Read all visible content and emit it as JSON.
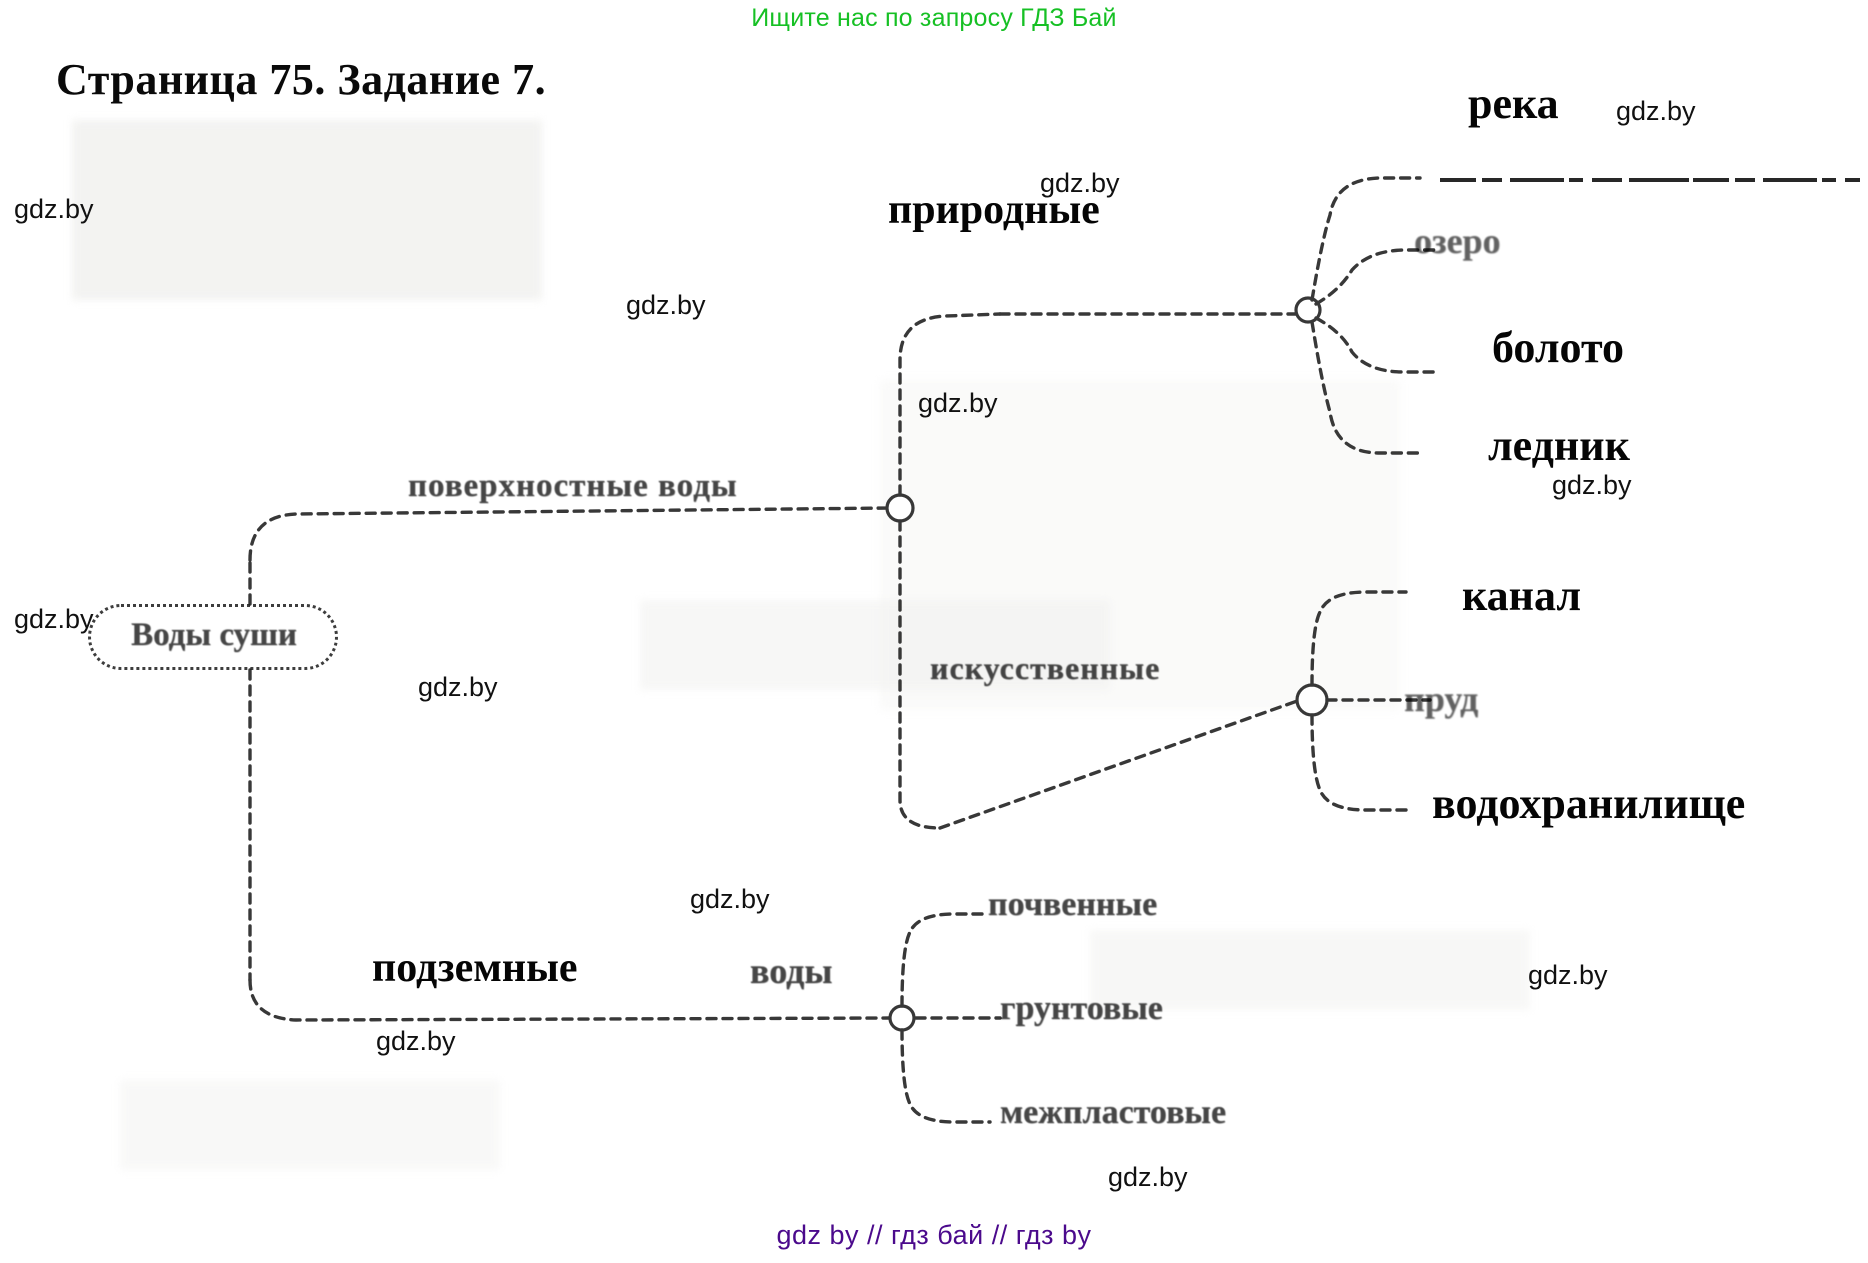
{
  "promo": {
    "banner_text": "Ищите нас по запросу ГДЗ Бай",
    "banner_color": "#16c024",
    "footer_text": "gdz by  //  гдз бай  //  гдз by",
    "footer_color": "#4b0a8c",
    "watermark_text": "gdz.by"
  },
  "header": {
    "title": "Страница 75. Задание 7."
  },
  "diagram": {
    "type": "mind-map",
    "root": {
      "label": "Воды суши"
    },
    "branches": [
      {
        "label": "поверхностные воды",
        "style": "faded-original",
        "children": [
          {
            "label": "природные",
            "style": "bold-answer",
            "children": [
              {
                "label": "река",
                "style": "bold-answer"
              },
              {
                "label": "озеро",
                "style": "faded-original"
              },
              {
                "label": "болото",
                "style": "bold-answer"
              },
              {
                "label": "ледник",
                "style": "bold-answer"
              }
            ]
          },
          {
            "label": "искусственные",
            "style": "faded-original",
            "children": [
              {
                "label": "канал",
                "style": "bold-answer"
              },
              {
                "label": "пруд",
                "style": "faded-original"
              },
              {
                "label": "водохранилище",
                "style": "bold-answer"
              }
            ]
          }
        ]
      },
      {
        "label_answer": "подземные",
        "label_original": "воды",
        "style": "bold-answer + faded-original",
        "children": [
          {
            "label": "почвенные",
            "style": "faded-original"
          },
          {
            "label": "грунтовые",
            "style": "faded-original"
          },
          {
            "label": "межпластовые",
            "style": "faded-original"
          }
        ]
      }
    ]
  },
  "labels": {
    "root": "Воды суши",
    "surface_waters": "поверхностные воды",
    "natural": "природные",
    "artificial": "искусственные",
    "underground_answer": "подземные",
    "underground_original": "воды",
    "river": "река",
    "lake": "озеро",
    "swamp": "болото",
    "glacier": "ледник",
    "canal": "канал",
    "pond": "пруд",
    "reservoir": "водохранилище",
    "soil_waters": "почвенные",
    "ground_waters": "грунтовые",
    "interstratal_waters": "межпластовые"
  },
  "colors": {
    "ink": "#0a0a0a",
    "faded_ink": "#2c2c2c",
    "promo_green": "#16c024",
    "footer_purple": "#4b0a8c",
    "paper": "#ffffff",
    "smudge": "#f1f1ef"
  }
}
